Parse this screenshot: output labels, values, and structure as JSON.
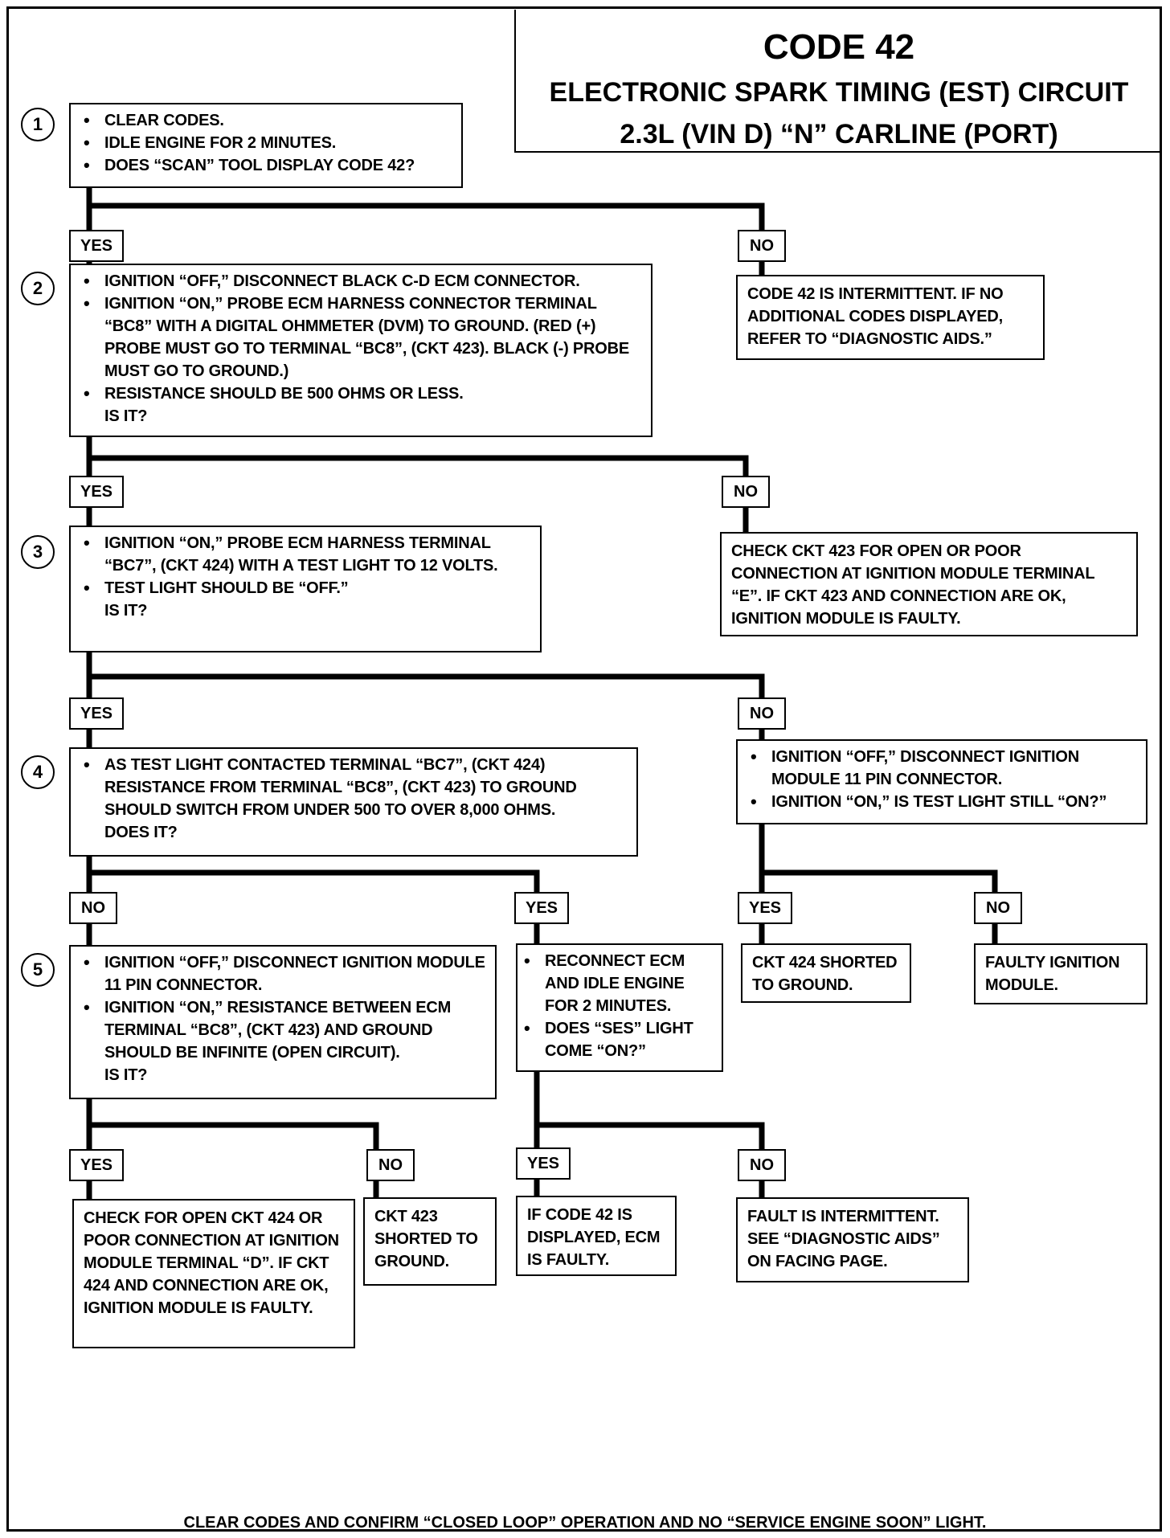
{
  "header": {
    "code": "CODE 42",
    "title_line1": "ELECTRONIC SPARK TIMING (EST) CIRCUIT",
    "title_line2": "2.3L (VIN D) “N” CARLINE (PORT)"
  },
  "steps": {
    "s1": {
      "num": "1",
      "items": [
        "CLEAR CODES.",
        "IDLE ENGINE FOR 2 MINUTES.",
        "DOES “SCAN” TOOL DISPLAY CODE 42?"
      ]
    },
    "s2": {
      "num": "2",
      "b1": "IGNITION “OFF,” DISCONNECT BLACK C-D ECM CONNECTOR.",
      "b2": "IGNITION “ON,” PROBE ECM HARNESS CONNECTOR TERMINAL “BC8” WITH A DIGITAL OHMMETER (DVM) TO GROUND. (RED (+) PROBE MUST GO TO TERMINAL “BC8”, (CKT 423). BLACK (-) PROBE MUST GO TO GROUND.)",
      "b3": "RESISTANCE SHOULD BE 500 OHMS OR LESS.",
      "q": "IS IT?"
    },
    "s3": {
      "num": "3",
      "b1": "IGNITION “ON,” PROBE ECM HARNESS TERMINAL “BC7”, (CKT 424) WITH A TEST LIGHT TO 12 VOLTS.",
      "b2": "TEST LIGHT SHOULD BE “OFF.”",
      "q": "IS IT?"
    },
    "s4": {
      "num": "4",
      "b1": "AS TEST LIGHT CONTACTED TERMINAL “BC7”, (CKT 424) RESISTANCE FROM TERMINAL “BC8”, (CKT 423) TO GROUND SHOULD SWITCH FROM UNDER 500 TO OVER 8,000 OHMS.",
      "q": "DOES IT?"
    },
    "s5": {
      "num": "5",
      "b1": "IGNITION “OFF,” DISCONNECT IGNITION MODULE 11 PIN CONNECTOR.",
      "b2": "IGNITION “ON,” RESISTANCE BETWEEN ECM TERMINAL “BC8”, (CKT 423) AND GROUND SHOULD BE INFINITE (OPEN CIRCUIT).",
      "q": "IS IT?"
    }
  },
  "results": {
    "r_code_intermittent": "CODE 42 IS INTERMITTENT. IF NO ADDITIONAL CODES DISPLAYED, REFER TO “DIAGNOSTIC AIDS.”",
    "r_check_423": "CHECK CKT 423 FOR OPEN OR POOR CONNECTION AT IGNITION MODULE TERMINAL “E”. IF CKT 423 AND CONNECTION ARE OK, IGNITION MODULE IS FAULTY.",
    "r_module_disconnect_b1": "IGNITION “OFF,” DISCONNECT IGNITION MODULE 11 PIN CONNECTOR.",
    "r_module_disconnect_b2": "IGNITION “ON,” IS TEST LIGHT STILL “ON?”",
    "r_reconnect_b1": "RECONNECT ECM AND IDLE ENGINE FOR 2 MINUTES.",
    "r_reconnect_b2": "DOES “SES” LIGHT COME “ON?”",
    "r_ckt424_shorted": "CKT 424 SHORTED TO GROUND.",
    "r_faulty_module": "FAULTY IGNITION MODULE.",
    "r_check_424": "CHECK FOR OPEN CKT 424 OR POOR CONNECTION AT IGNITION MODULE TERMINAL “D”. IF CKT 424 AND CONNECTION ARE OK, IGNITION MODULE IS FAULTY.",
    "r_ckt423_shorted": "CKT 423 SHORTED TO GROUND.",
    "r_ecm_faulty": "IF CODE 42 IS DISPLAYED, ECM IS FAULTY.",
    "r_fault_intermittent": "FAULT IS INTERMITTENT. SEE “DIAGNOSTIC AIDS” ON FACING PAGE."
  },
  "labels": {
    "yes": "YES",
    "no": "NO"
  },
  "footer": "CLEAR CODES AND CONFIRM “CLOSED LOOP” OPERATION AND NO “SERVICE ENGINE SOON” LIGHT."
}
